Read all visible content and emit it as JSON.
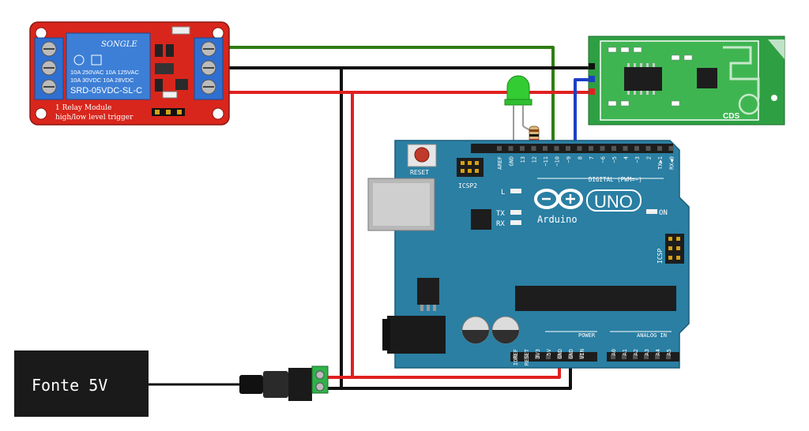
{
  "relay": {
    "brand": "SONGLE",
    "rating_line1": "10A 250VAC  10A 125VAC",
    "rating_line2": "10A 30VDC   10A 28VDC",
    "model": "SRD-05VDC-SL-C",
    "module_label": "1 Relay  Module",
    "trigger_label": "high/low level trigger"
  },
  "sensor": {
    "label": "CDS"
  },
  "arduino": {
    "reset_label": "RESET",
    "icsp2_label": "ICSP2",
    "icsp_label": "ICSP",
    "l_label": "L",
    "tx_label": "TX",
    "rx_label": "RX",
    "on_label": "ON",
    "logo_text": "Arduino",
    "model": "UNO",
    "digital_label": "DIGITAL (PWM=~)",
    "power_label": "POWER",
    "analog_label": "ANALOG IN",
    "digital_pins": [
      "AREF",
      "GND",
      "13",
      "12",
      "~11",
      "~10",
      "~9",
      "8",
      "7",
      "~6",
      "~5",
      "4",
      "~3",
      "2",
      "TX▶1",
      "RX◀0"
    ],
    "power_pins": [
      "IOREF",
      "RESET",
      "3V3",
      "5V",
      "GND",
      "GND",
      "VIN"
    ],
    "analog_pins": [
      "A0",
      "A1",
      "A2",
      "A3",
      "A4",
      "A5"
    ]
  },
  "power_supply": {
    "label": "Fonte 5V"
  },
  "colors": {
    "wire_red": "#e02020",
    "wire_black": "#111111",
    "wire_green": "#2f7d12",
    "wire_blue": "#1c3fc7",
    "arduino_blue": "#2a7fa3",
    "relay_red": "#d9261c",
    "sensor_green": "#2ea043",
    "led_green": "#33cc33"
  }
}
